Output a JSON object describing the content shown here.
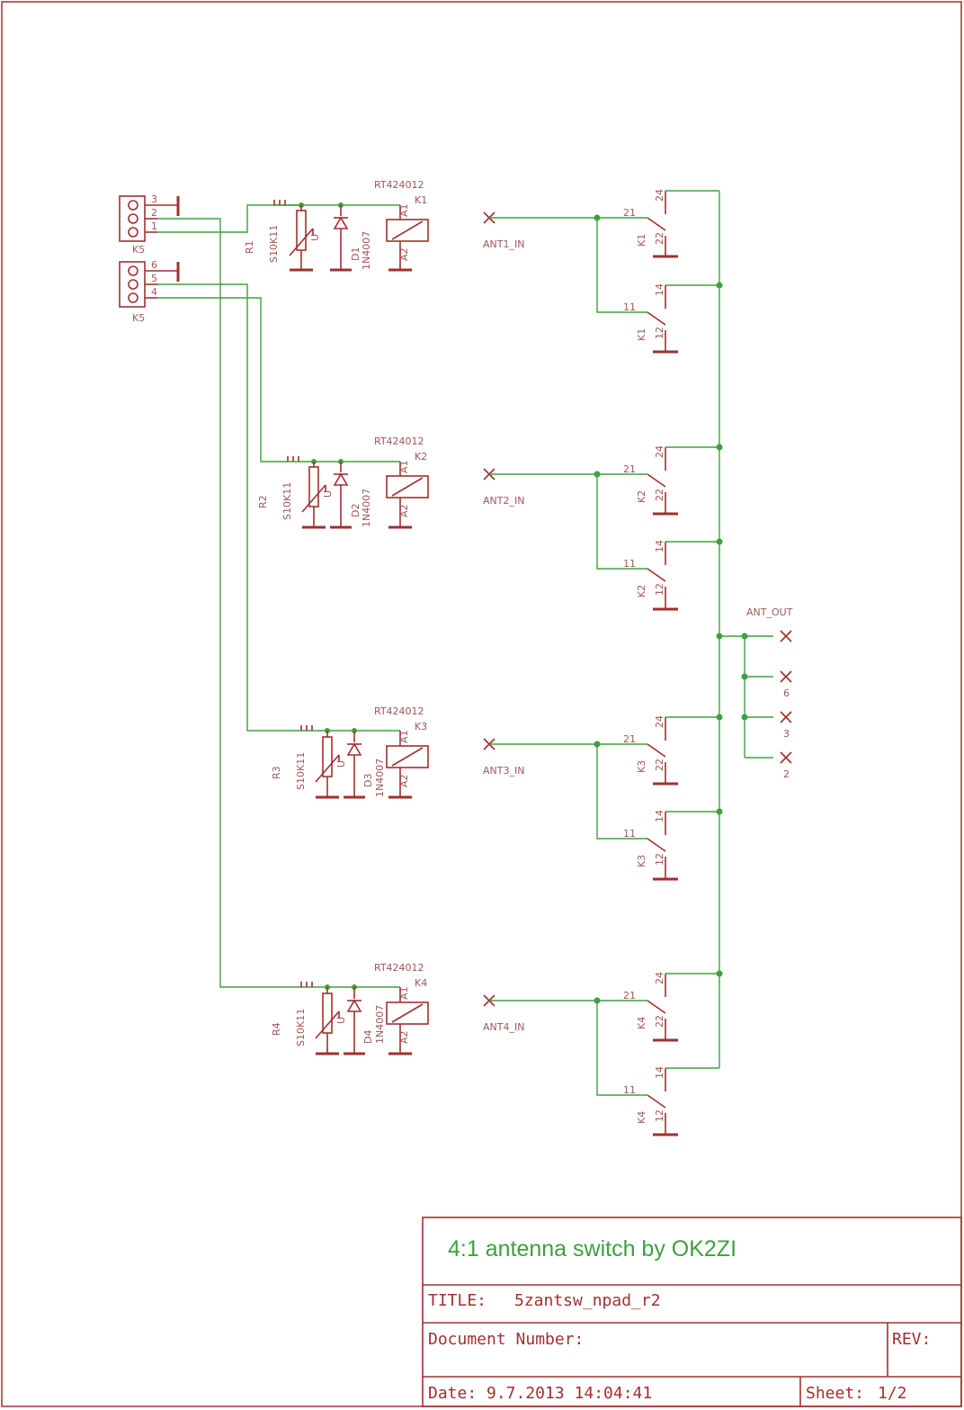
{
  "colors": {
    "frame": "#a03030",
    "wire": "#3fa03f",
    "label": "#a05858"
  },
  "connectors": [
    {
      "name": "K5",
      "pins": [
        "3",
        "2",
        "1"
      ]
    },
    {
      "name": "K5",
      "pins": [
        "6",
        "5",
        "4"
      ]
    }
  ],
  "relays": [
    {
      "model": "RT424012",
      "ref": "K1",
      "resistor": "R1",
      "resistor_value": "S10K11",
      "diode": "D1",
      "diode_value": "1N4007",
      "coil_pins": [
        "A1",
        "A2"
      ],
      "input": "ANT1_IN",
      "contacts": [
        [
          "21",
          "24",
          "22"
        ],
        [
          "11",
          "14",
          "12"
        ]
      ],
      "varistor_mark": "U"
    },
    {
      "model": "RT424012",
      "ref": "K2",
      "resistor": "R2",
      "resistor_value": "S10K11",
      "diode": "D2",
      "diode_value": "1N4007",
      "coil_pins": [
        "A1",
        "A2"
      ],
      "input": "ANT2_IN",
      "contacts": [
        [
          "21",
          "24",
          "22"
        ],
        [
          "11",
          "14",
          "12"
        ]
      ],
      "varistor_mark": "U"
    },
    {
      "model": "RT424012",
      "ref": "K3",
      "resistor": "R3",
      "resistor_value": "S10K11",
      "diode": "D3",
      "diode_value": "1N4007",
      "coil_pins": [
        "A1",
        "A2"
      ],
      "input": "ANT3_IN",
      "contacts": [
        [
          "21",
          "24",
          "22"
        ],
        [
          "11",
          "14",
          "12"
        ]
      ],
      "varistor_mark": "U"
    },
    {
      "model": "RT424012",
      "ref": "K4",
      "resistor": "R4",
      "resistor_value": "S10K11",
      "diode": "D4",
      "diode_value": "1N4007",
      "coil_pins": [
        "A1",
        "A2"
      ],
      "input": "ANT4_IN",
      "contacts": [
        [
          "21",
          "24",
          "22"
        ],
        [
          "11",
          "14",
          "12"
        ]
      ],
      "varistor_mark": "U"
    }
  ],
  "output": {
    "label": "ANT_OUT",
    "extra_pins": [
      "6",
      "3",
      "2"
    ]
  },
  "title_block": {
    "heading": "4:1 antenna switch by OK2ZI",
    "title_label": "TITLE:",
    "title_value": "5zantsw_npad_r2",
    "doc_label": "Document Number:",
    "rev_label": "REV:",
    "date_label": "Date:",
    "date_value": "9.7.2013 14:04:41",
    "sheet_label": "Sheet:",
    "sheet_value": "1/2"
  }
}
